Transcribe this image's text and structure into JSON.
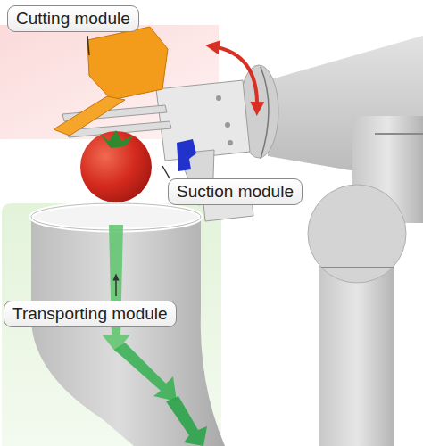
{
  "diagram": {
    "nodes": [
      {
        "text": [
          "Cutting module"
        ]
      },
      {
        "text": [
          "Suction module"
        ]
      },
      {
        "text": [
          "Transporting module"
        ]
      }
    ]
  }
}
